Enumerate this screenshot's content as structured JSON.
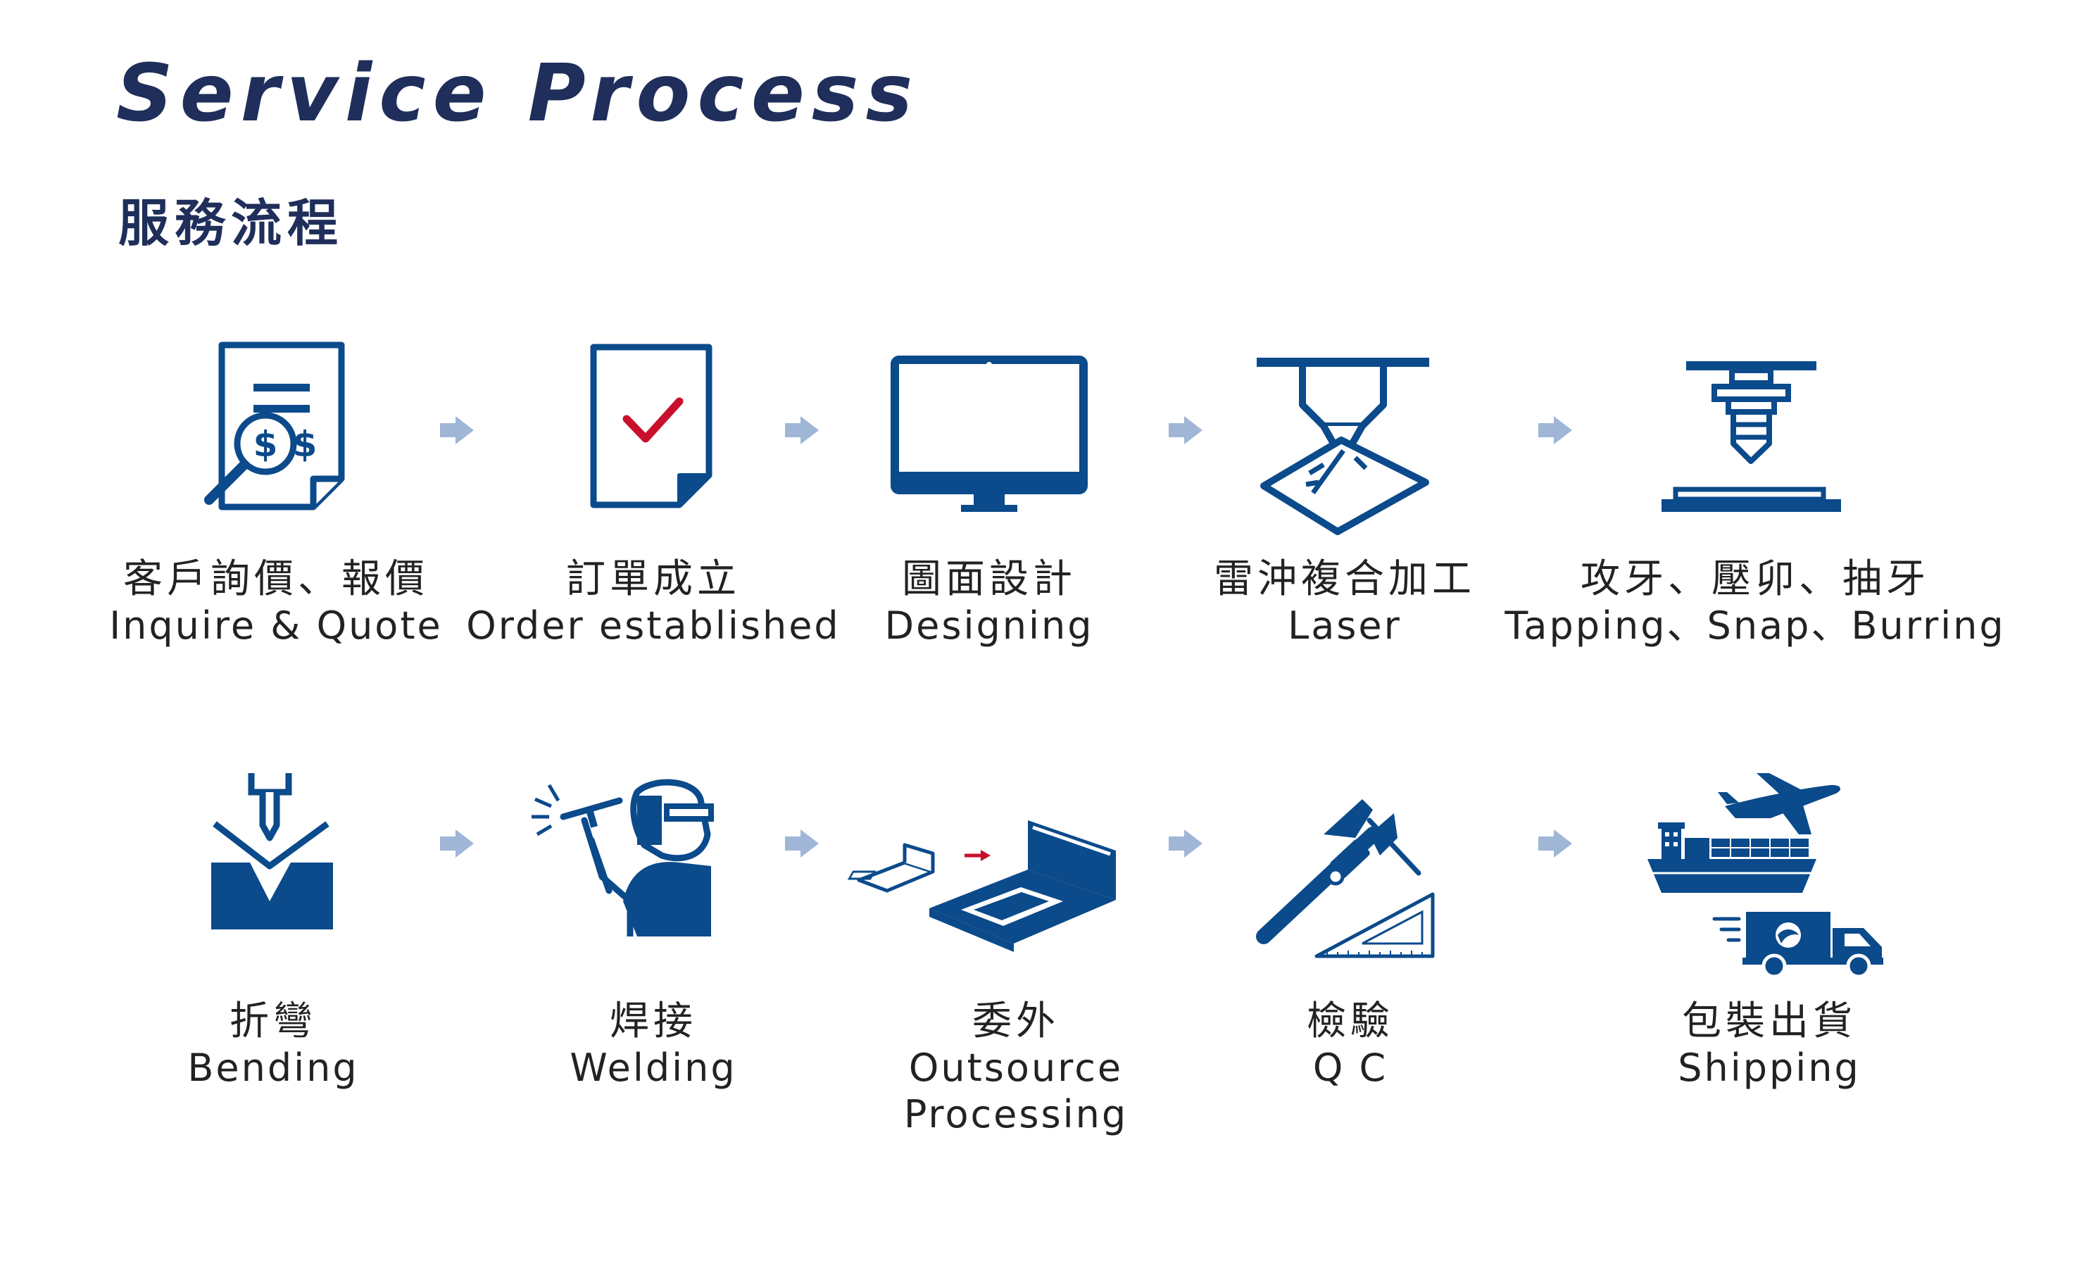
{
  "header": {
    "title": "Service Process",
    "subtitle": "服務流程"
  },
  "colors": {
    "primary": "#0b4a8b",
    "arrow": "#9fb6d6",
    "accent": "#c8102e",
    "text": "#222222",
    "heading": "#1f2e5a"
  },
  "steps": [
    {
      "zh": "客戶詢價、報價",
      "en": "Inquire & Quote",
      "icon": "quote-document-icon"
    },
    {
      "zh": "訂單成立",
      "en": "Order established",
      "icon": "order-check-icon"
    },
    {
      "zh": "圖面設計",
      "en": "Designing",
      "icon": "monitor-icon"
    },
    {
      "zh": "雷沖複合加工",
      "en": "Laser",
      "icon": "laser-cutting-icon"
    },
    {
      "zh": "攻牙、壓卯、抽牙",
      "en": "Tapping、Snap、Burring",
      "icon": "tapping-icon"
    },
    {
      "zh": "折彎",
      "en": "Bending",
      "icon": "bending-icon"
    },
    {
      "zh": "焊接",
      "en": "Welding",
      "icon": "welder-icon"
    },
    {
      "zh": "委外",
      "en": "Outsource",
      "en2": "Processing",
      "icon": "outsource-parts-icon"
    },
    {
      "zh": "檢驗",
      "en": "Q C",
      "icon": "caliper-icon"
    },
    {
      "zh": "包裝出貨",
      "en": "Shipping",
      "icon": "shipping-icon"
    }
  ]
}
